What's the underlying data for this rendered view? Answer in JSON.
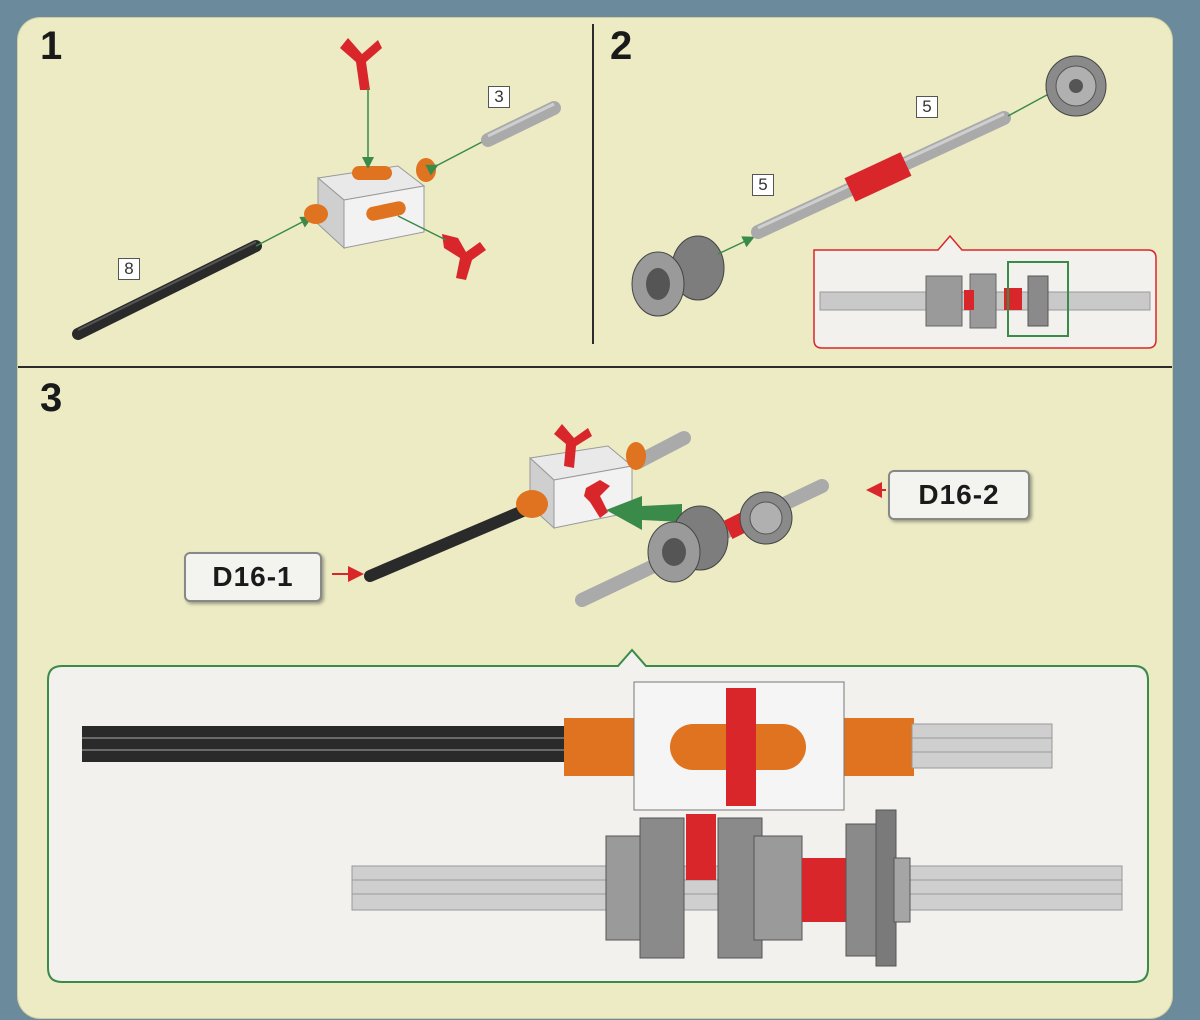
{
  "steps": {
    "step1": {
      "number": "1",
      "labels": {
        "short_axle": "3",
        "long_axle": "8"
      }
    },
    "step2": {
      "number": "2",
      "labels": {
        "axle_top": "5",
        "axle_left": "5"
      }
    },
    "step3": {
      "number": "3",
      "tags": {
        "left": "D16-1",
        "right": "D16-2"
      }
    }
  },
  "colors": {
    "sheet": "#ecebc4",
    "orange": "#e0731f",
    "red": "#d9262b",
    "grey": "#9a9a9a",
    "black": "#2a2a2a",
    "green": "#3a8a4a",
    "detail_panel": "#f2f1ee"
  }
}
